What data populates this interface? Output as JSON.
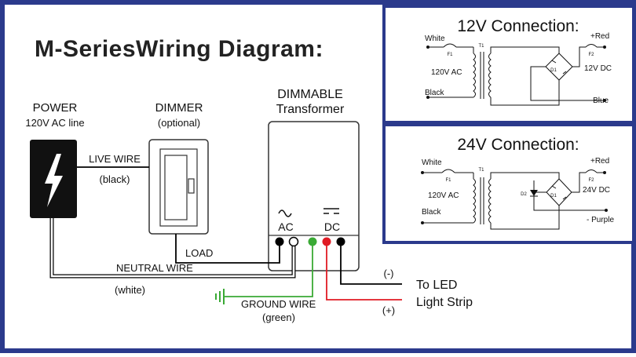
{
  "title": "M-SeriesWiring Diagram:",
  "power": {
    "title": "POWER",
    "subtitle": "120V AC line"
  },
  "dimmer": {
    "title": "DIMMER",
    "subtitle": "(optional)"
  },
  "transformer": {
    "title_line1": "DIMMABLE",
    "title_line2": "Transformer",
    "ac_label": "AC",
    "dc_label": "DC"
  },
  "wires": {
    "live": "LIVE WIRE",
    "live_color": "(black)",
    "load": "LOAD",
    "neutral": "NEUTRAL WIRE",
    "neutral_color": "(white)",
    "ground": "GROUND WIRE",
    "ground_color": "(green)"
  },
  "led": {
    "line1": "To LED",
    "line2": "Light Strip",
    "minus": "(-)",
    "plus": "(+)"
  },
  "panel12": {
    "title": "12V Connection:",
    "white": "White",
    "black": "Black",
    "ac": "120V AC",
    "red": "+Red",
    "dc": "12V DC",
    "neg": "- Blue",
    "f1": "F1",
    "f2": "F2",
    "t1": "T1",
    "d1": "D1"
  },
  "panel24": {
    "title": "24V Connection:",
    "white": "White",
    "black": "Black",
    "ac": "120V AC",
    "red": "+Red",
    "dc": "24V DC",
    "neg": "- Purple",
    "f1": "F1",
    "f2": "F2",
    "t1": "T1",
    "d1": "D1",
    "d2": "D2"
  },
  "colors": {
    "frame": "#2b3a8c",
    "black_wire": "#000000",
    "red_wire": "#e01b24",
    "green_wire": "#3aaa35",
    "power_box": "#111111"
  },
  "icons": [
    "lightning-bolt-icon",
    "ac-symbol-icon",
    "dc-symbol-icon",
    "ground-symbol-icon"
  ]
}
